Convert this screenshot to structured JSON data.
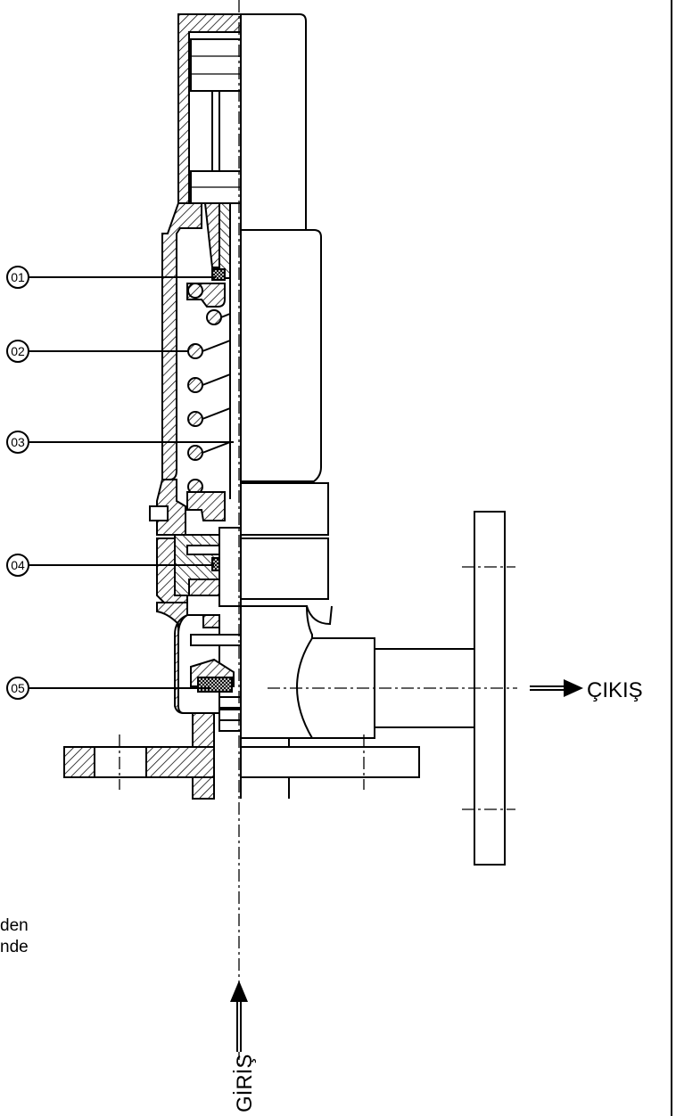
{
  "callouts": [
    {
      "id": "01"
    },
    {
      "id": "02"
    },
    {
      "id": "03"
    },
    {
      "id": "04"
    },
    {
      "id": "05"
    }
  ],
  "flow": {
    "inlet_label": "GİRİŞ",
    "outlet_label": "ÇIKIŞ"
  },
  "side_text": {
    "line1": "den",
    "line2": "nde"
  },
  "colors": {
    "line": "#000000",
    "background": "#ffffff"
  }
}
